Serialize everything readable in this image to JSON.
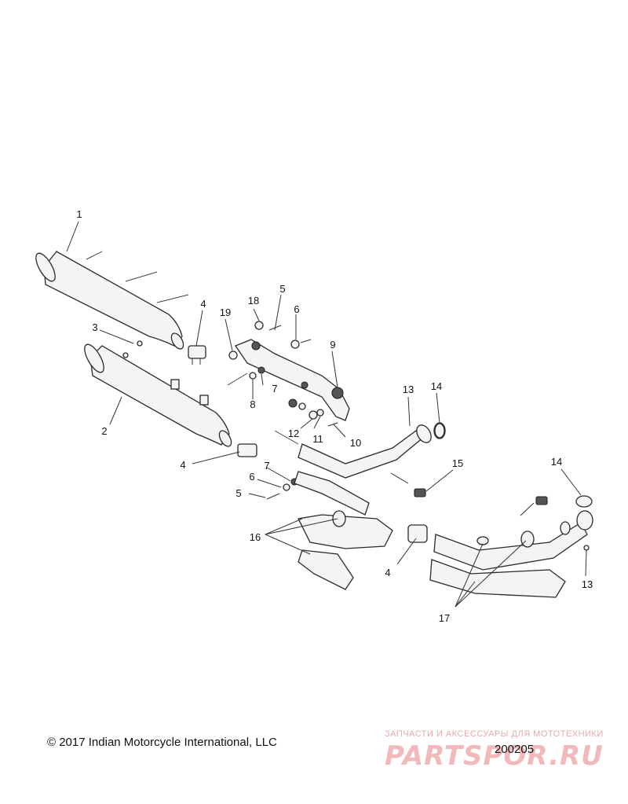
{
  "callouts": [
    {
      "id": "c1",
      "text": "1"
    },
    {
      "id": "c2",
      "text": "2"
    },
    {
      "id": "c3",
      "text": "3"
    },
    {
      "id": "c4a",
      "text": "4"
    },
    {
      "id": "c4b",
      "text": "4"
    },
    {
      "id": "c4c",
      "text": "4"
    },
    {
      "id": "c5a",
      "text": "5"
    },
    {
      "id": "c5b",
      "text": "5"
    },
    {
      "id": "c6a",
      "text": "6"
    },
    {
      "id": "c6b",
      "text": "6"
    },
    {
      "id": "c7a",
      "text": "7"
    },
    {
      "id": "c7b",
      "text": "7"
    },
    {
      "id": "c8",
      "text": "8"
    },
    {
      "id": "c9",
      "text": "9"
    },
    {
      "id": "c10",
      "text": "10"
    },
    {
      "id": "c11",
      "text": "11"
    },
    {
      "id": "c12",
      "text": "12"
    },
    {
      "id": "c13a",
      "text": "13"
    },
    {
      "id": "c13b",
      "text": "13"
    },
    {
      "id": "c14a",
      "text": "14"
    },
    {
      "id": "c14b",
      "text": "14"
    },
    {
      "id": "c15",
      "text": "15"
    },
    {
      "id": "c16",
      "text": "16"
    },
    {
      "id": "c17",
      "text": "17"
    },
    {
      "id": "c18",
      "text": "18"
    },
    {
      "id": "c19",
      "text": "19"
    }
  ],
  "footer": {
    "copyright": "© 2017 Indian Motorcycle International, LLC",
    "diagram_number": "200205"
  },
  "watermark": {
    "tagline": "ЗАПЧАСТИ И АКСЕССУАРЫ ДЛЯ МОТОТЕХНИКИ",
    "logo": "PARTSPOR.RU"
  }
}
